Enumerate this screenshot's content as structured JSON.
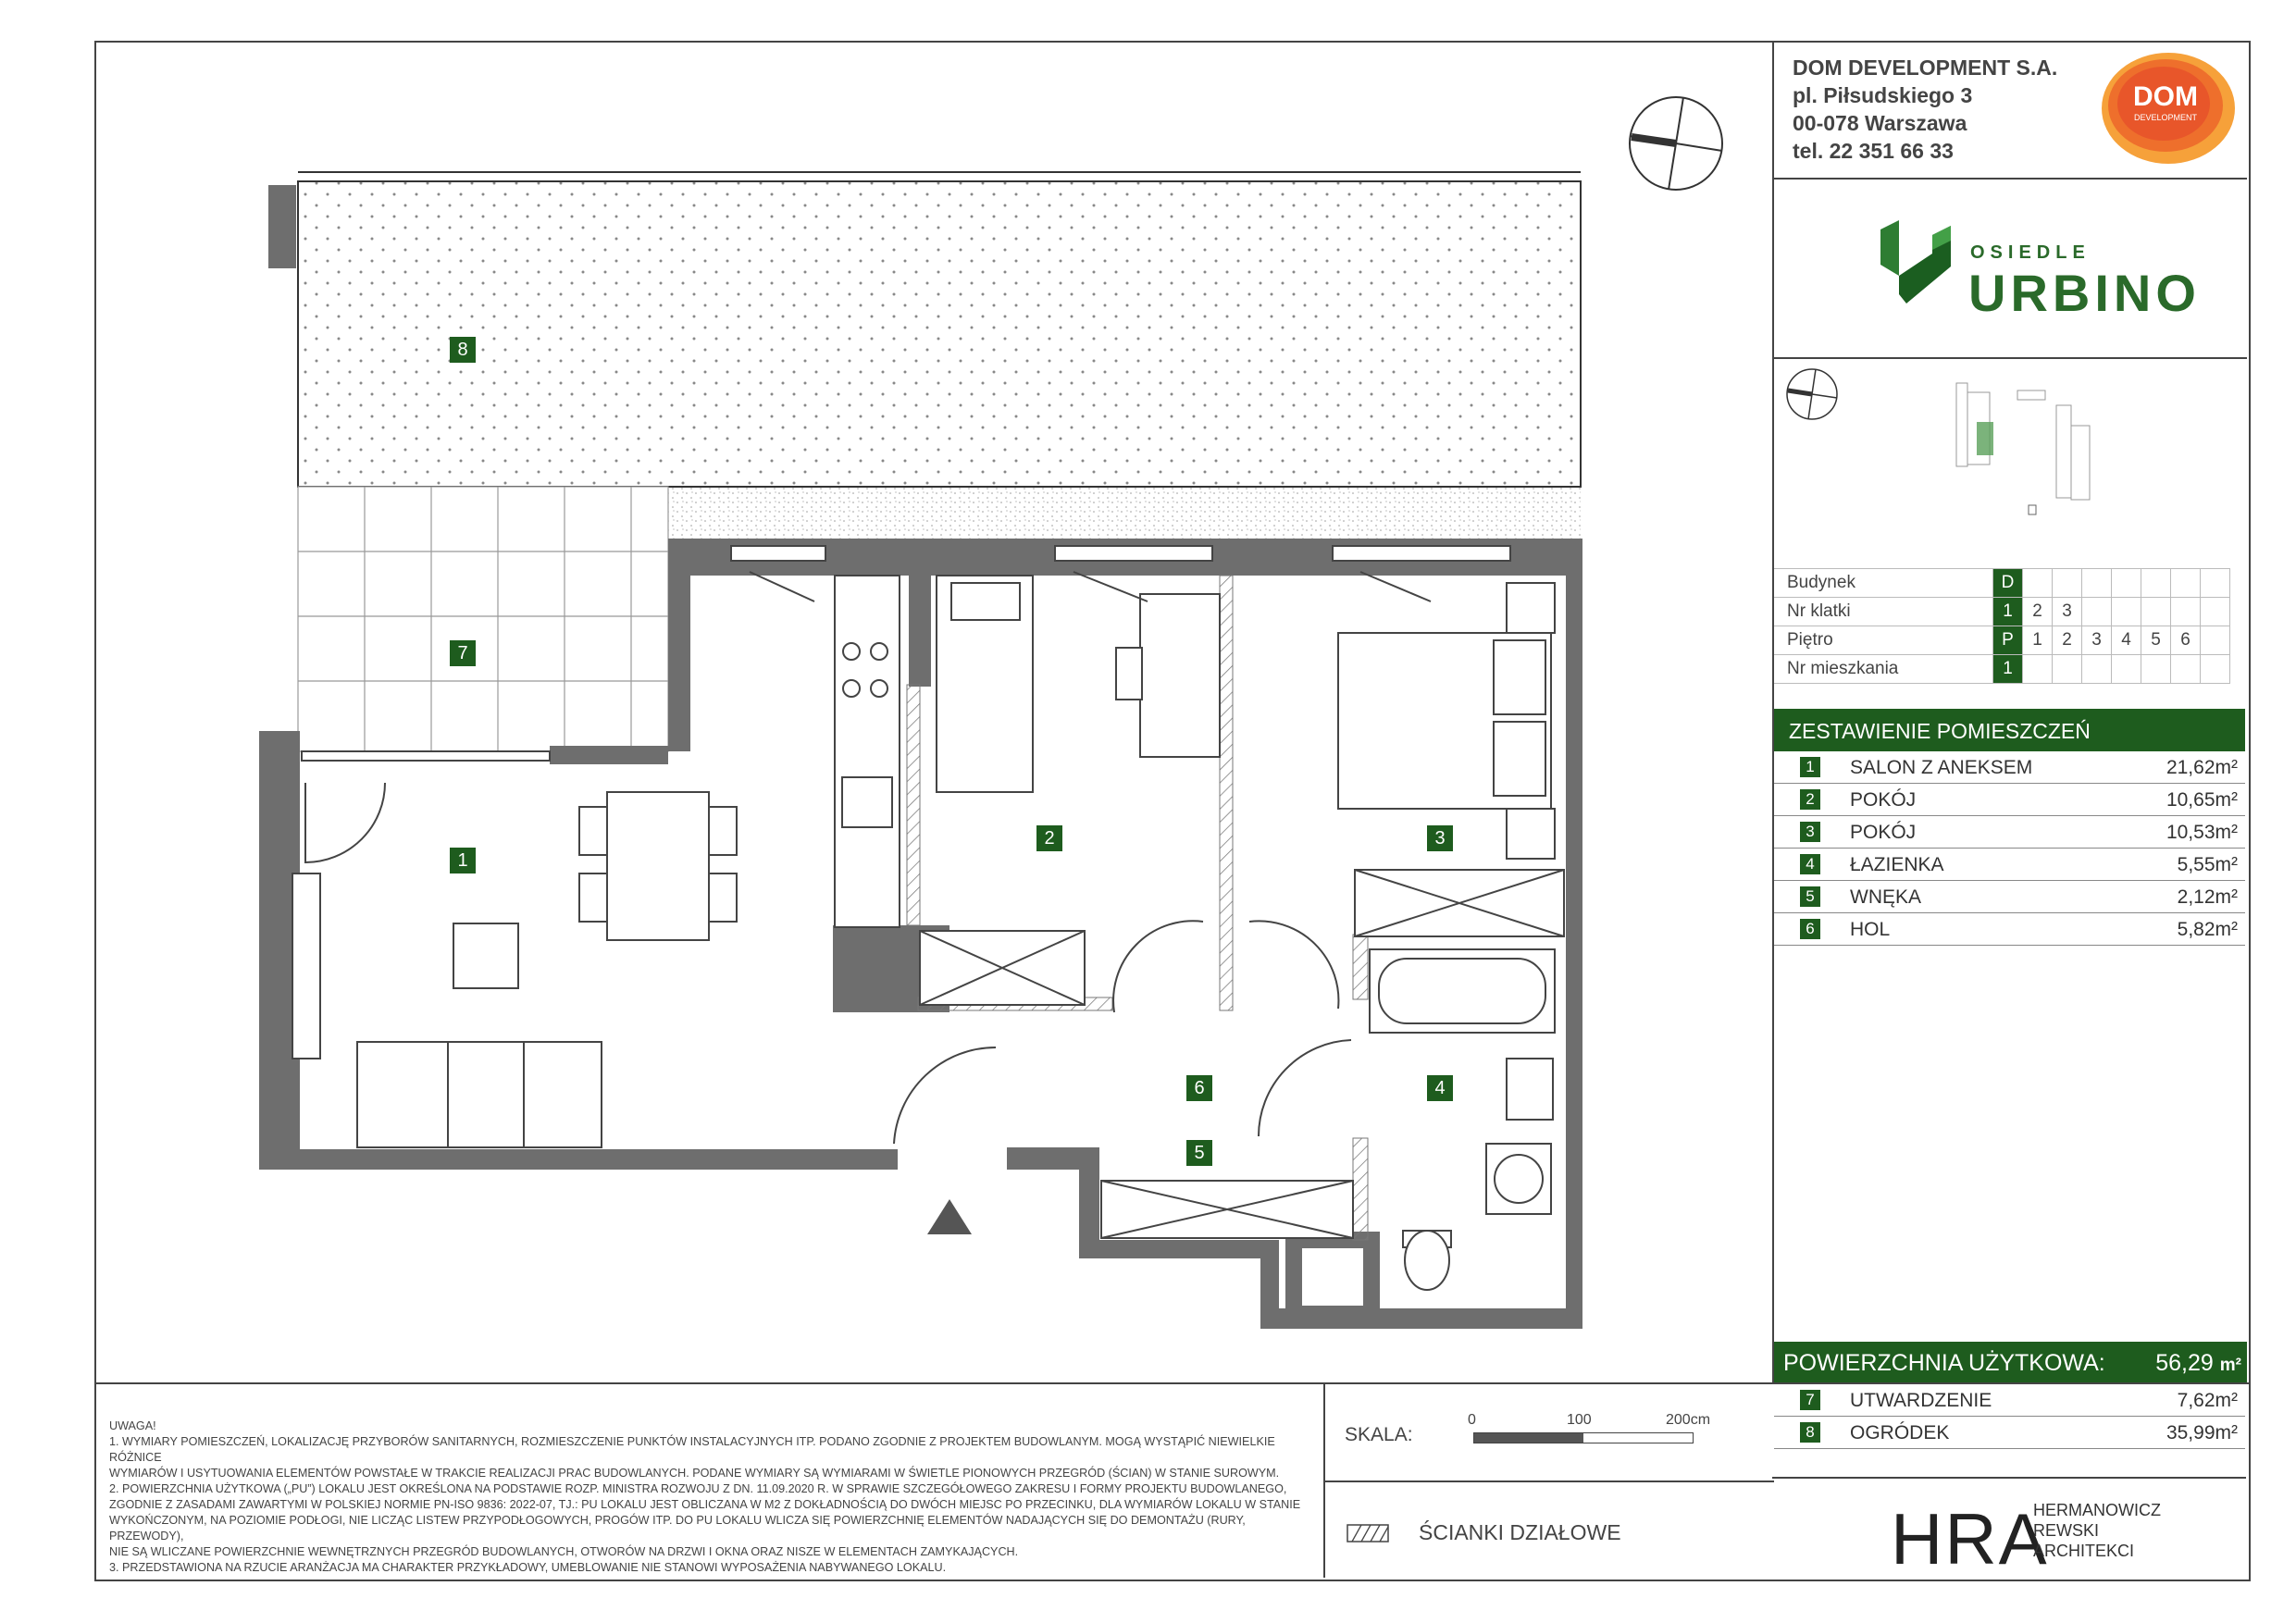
{
  "company": {
    "name": "DOM DEVELOPMENT S.A.",
    "address1": "pl. Piłsudskiego 3",
    "address2": "00-078 Warszawa",
    "phone": "tel. 22 351 66 33",
    "logo_text1": "DOM",
    "logo_text2": "DEVELOPMENT"
  },
  "project": {
    "small": "OSIEDLE",
    "big": "URBINO"
  },
  "info": {
    "building_label": "Budynek",
    "building_values": [
      "D"
    ],
    "staircase_label": "Nr klatki",
    "staircase_values": [
      "1",
      "2",
      "3"
    ],
    "floor_label": "Piętro",
    "floor_values": [
      "P",
      "1",
      "2",
      "3",
      "4",
      "5",
      "6"
    ],
    "apartment_label": "Nr mieszkania",
    "apartment_values": [
      "1"
    ]
  },
  "rooms_title": "ZESTAWIENIE POMIESZCZEŃ",
  "rooms": [
    {
      "num": "1",
      "name": "SALON Z ANEKSEM",
      "area": "21,62m²"
    },
    {
      "num": "2",
      "name": "POKÓJ",
      "area": "10,65m²"
    },
    {
      "num": "3",
      "name": "POKÓJ",
      "area": "10,53m²"
    },
    {
      "num": "4",
      "name": "ŁAZIENKA",
      "area": "5,55m²"
    },
    {
      "num": "5",
      "name": "WNĘKA",
      "area": "2,12m²"
    },
    {
      "num": "6",
      "name": "HOL",
      "area": "5,82m²"
    }
  ],
  "usable": {
    "label": "POWIERZCHNIA UŻYTKOWA:",
    "value": "56,29",
    "unit": "m²"
  },
  "extras": [
    {
      "num": "7",
      "name": "UTWARDZENIE",
      "area": "7,62m²"
    },
    {
      "num": "8",
      "name": "OGRÓDEK",
      "area": "35,99m²"
    }
  ],
  "notes": {
    "title": "UWAGA!",
    "lines": [
      "1. WYMIARY POMIESZCZEŃ, LOKALIZACJĘ PRZYBORÓW SANITARNYCH, ROZMIESZCZENIE PUNKTÓW INSTALACYJNYCH ITP. PODANO ZGODNIE Z PROJEKTEM BUDOWLANYM. MOGĄ WYSTĄPIĆ NIEWIELKIE RÓŻNICE",
      "WYMIARÓW I USYTUOWANIA ELEMENTÓW POWSTAŁE W TRAKCIE REALIZACJI PRAC BUDOWLANYCH. PODANE WYMIARY SĄ WYMIARAMI W ŚWIETLE PIONOWYCH PRZEGRÓD (ŚCIAN) W STANIE SUROWYM.",
      "2. POWIERZCHNIA UŻYTKOWA („PU”) LOKALU JEST OKREŚLONA NA PODSTAWIE ROZP. MINISTRA ROZWOJU Z DN. 11.09.2020 R. W SPRAWIE SZCZEGÓŁOWEGO ZAKRESU I FORMY PROJEKTU BUDOWLANEGO,",
      "ZGODNIE Z ZASADAMI ZAWARTYMI W POLSKIEJ NORMIE PN-ISO 9836: 2022-07, TJ.: PU LOKALU JEST OBLICZANA W M2 Z DOKŁADNOŚCIĄ DO DWÓCH MIEJSC PO PRZECINKU, DLA WYMIARÓW LOKALU W STANIE",
      "WYKOŃCZONYM, NA POZIOMIE PODŁOGI, NIE LICZĄC LISTEW PRZYPODŁOGOWYCH, PROGÓW ITP. DO PU LOKALU WLICZA SIĘ POWIERZCHNIĘ ELEMENTÓW NADAJĄCYCH SIĘ DO DEMONTAŻU (RURY, PRZEWODY),",
      "NIE SĄ WLICZANE POWIERZCHNIE WEWNĘTRZNYCH PRZEGRÓD BUDOWLANYCH, OTWORÓW NA DRZWI I OKNA ORAZ NISZE W ELEMENTACH ZAMYKAJĄCYCH.",
      "3. PRZEDSTAWIONA NA RZUCIE ARANŻACJA MA CHARAKTER PRZYKŁADOWY, UMEBLOWANIE NIE STANOWI WYPOSAŻENIA NABYWANEGO LOKALU."
    ]
  },
  "scale": {
    "label": "SKALA:",
    "ticks": [
      "0",
      "100",
      "200cm"
    ]
  },
  "legend": {
    "partition_label": "ŚCIANKI DZIAŁOWE"
  },
  "architect": {
    "logo": "HRA",
    "line1": "HERMANOWICZ",
    "line2": "REWSKI",
    "line3": "ARCHITEKCI"
  },
  "plan_labels": {
    "r1": "1",
    "r2": "2",
    "r3": "3",
    "r4": "4",
    "r5": "5",
    "r6": "6",
    "r7": "7",
    "r8": "8"
  },
  "colors": {
    "brand_green": "#1e5c1e",
    "wall": "#6e6e6e",
    "logo_orange": "#e8562a"
  }
}
